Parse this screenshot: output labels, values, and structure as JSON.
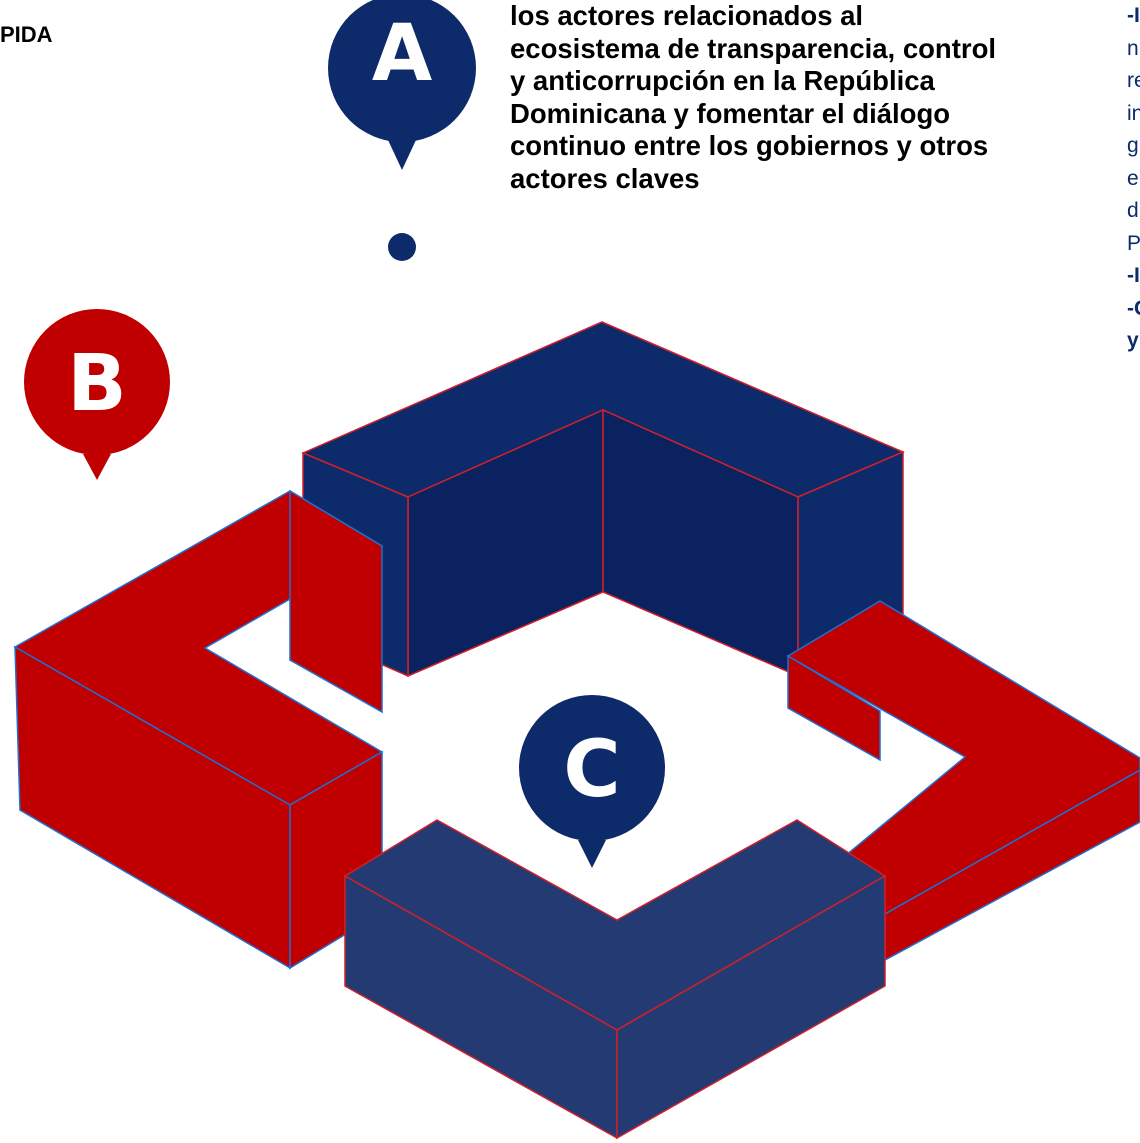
{
  "left_fragment": "PIDA",
  "objective_text_lines": [
    "los actores relacionados al",
    "ecosistema de transparencia, control",
    "y anticorrupción en la República",
    "Dominicana y fomentar el diálogo",
    "continuo entre los gobiernos y otros",
    "actores claves"
  ],
  "right_fragment_lines": [
    "-I",
    "n",
    "re",
    "in",
    "g",
    "e",
    "d",
    "P",
    "-I",
    "-C",
    "y"
  ],
  "markers": {
    "a": {
      "letter": "A",
      "color": "#0d2a6b"
    },
    "b": {
      "letter": "B",
      "color": "#c00000"
    },
    "c": {
      "letter": "C",
      "color": "#0d2a6b"
    }
  },
  "colors": {
    "navy": "#0d2a6b",
    "navy_dark": "#0a2260",
    "navy_light": "#243a73",
    "red": "#c00000"
  }
}
